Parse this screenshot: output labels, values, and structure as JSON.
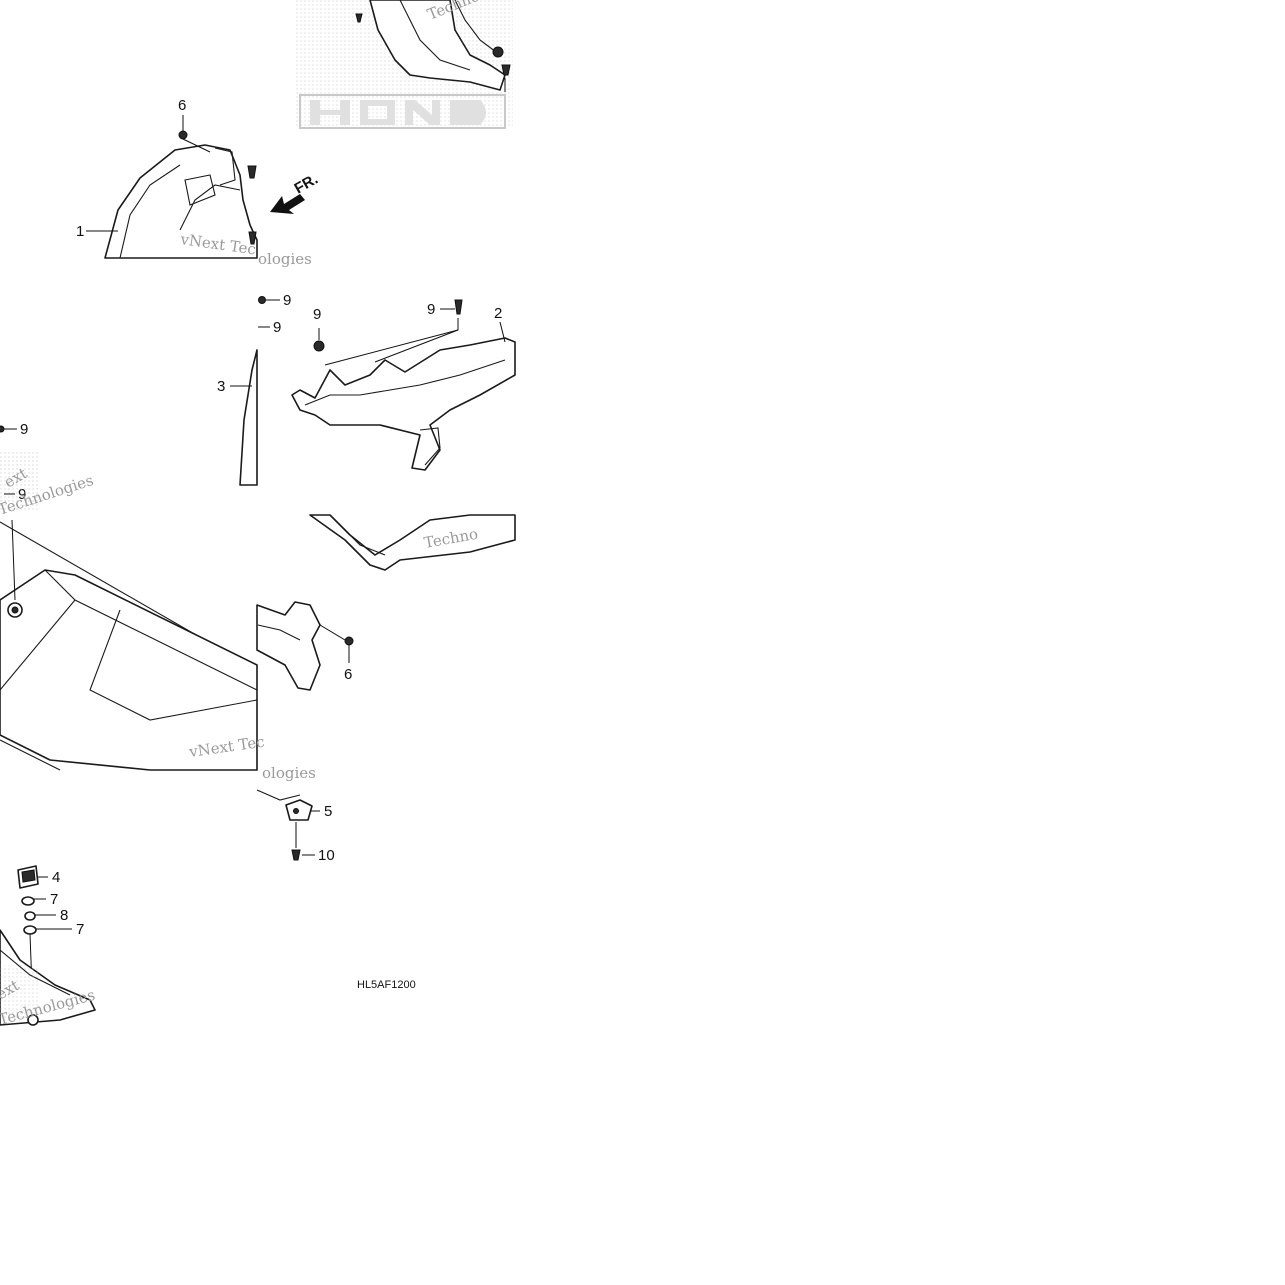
{
  "diagram": {
    "code": "HL5AF1200",
    "direction": "FR.",
    "callouts": [
      "6",
      "1",
      "9",
      "9",
      "3",
      "9",
      "9",
      "2",
      "9",
      "9",
      "6",
      "5",
      "10",
      "4",
      "7",
      "8",
      "7"
    ],
    "watermarks": [
      "Technologies",
      "vNext Tec",
      "Techno",
      "vNext Tec"
    ],
    "logo": "HONDA"
  }
}
